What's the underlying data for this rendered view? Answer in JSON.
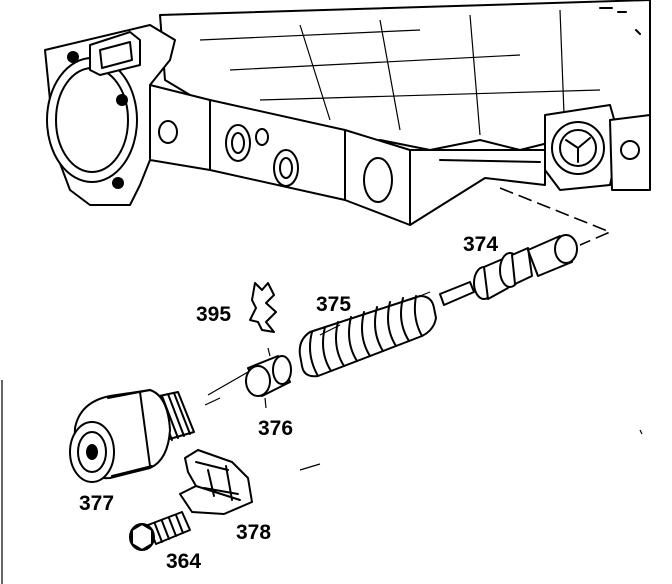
{
  "callouts": {
    "c374": "374",
    "c375": "375",
    "c376": "376",
    "c377": "377",
    "c378": "378",
    "c364": "364",
    "c395": "395"
  }
}
